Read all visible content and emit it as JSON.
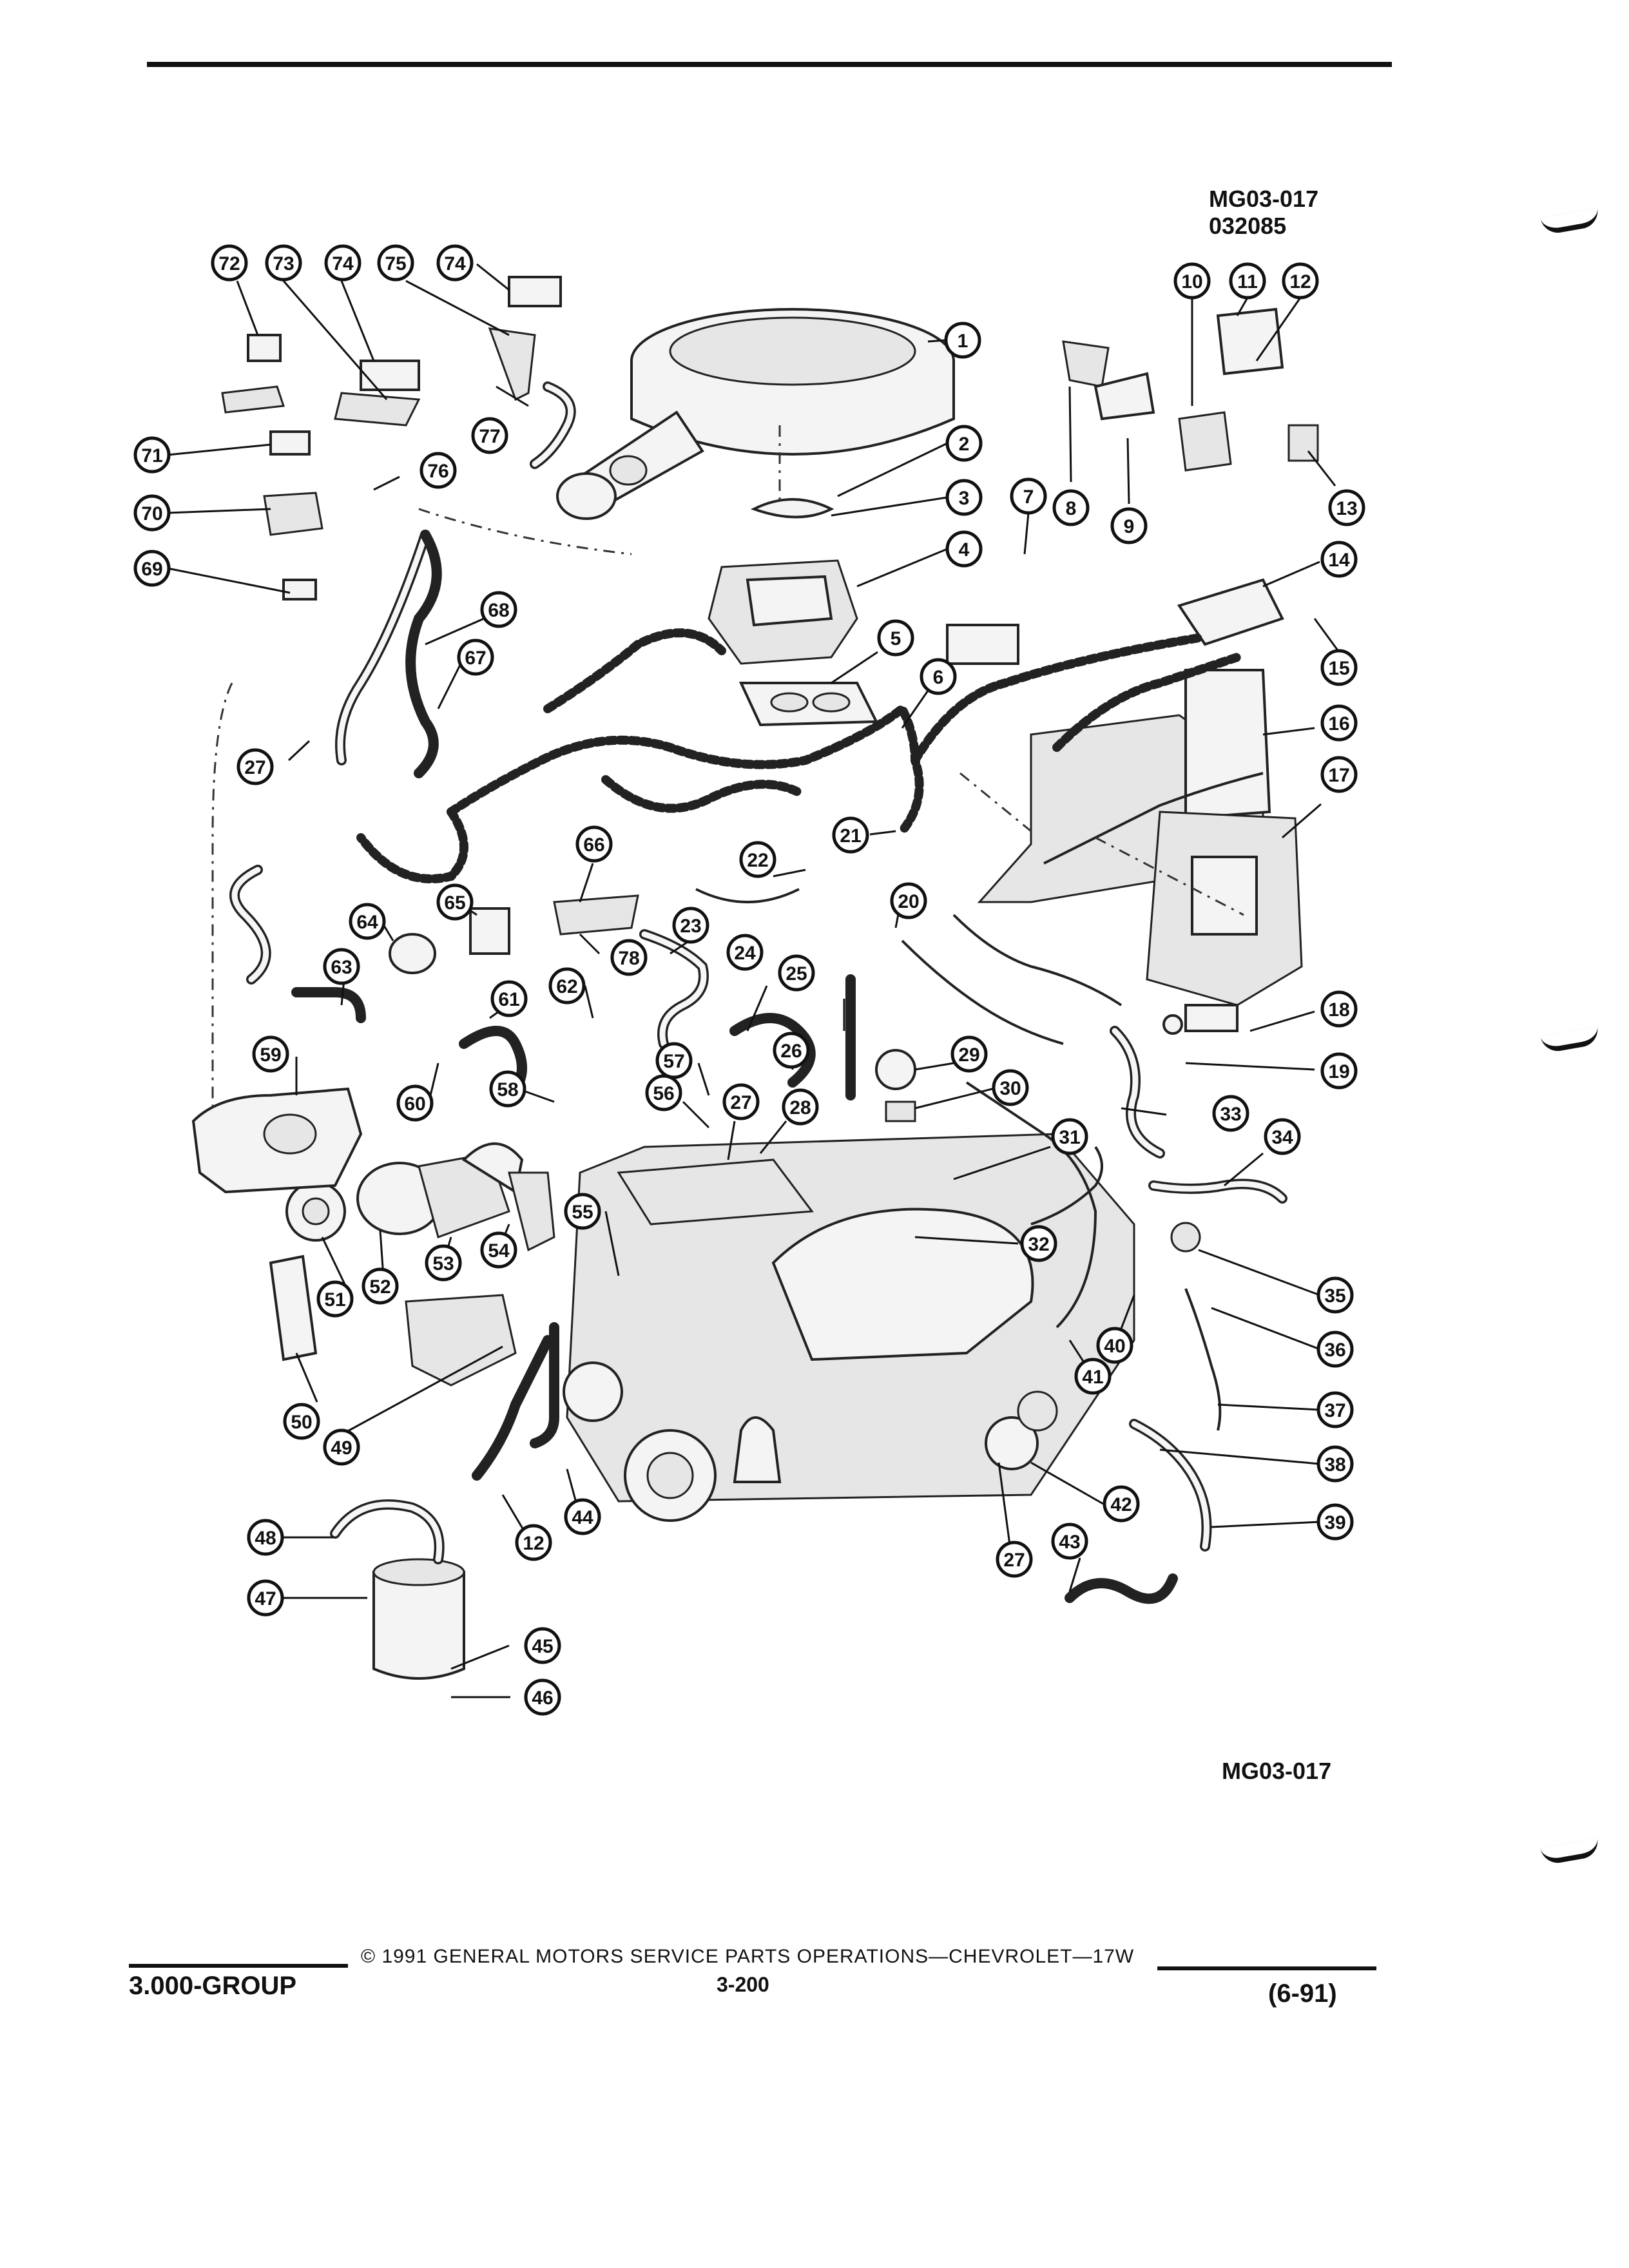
{
  "header": {
    "figure_ref": "MG03-017",
    "figure_date": "032085"
  },
  "diagram": {
    "callouts": [
      "1",
      "2",
      "3",
      "4",
      "5",
      "6",
      "7",
      "8",
      "9",
      "10",
      "11",
      "12",
      "13",
      "14",
      "15",
      "16",
      "17",
      "18",
      "19",
      "20",
      "21",
      "22",
      "23",
      "24",
      "25",
      "26",
      "27",
      "28",
      "29",
      "30",
      "31",
      "32",
      "33",
      "34",
      "35",
      "36",
      "37",
      "38",
      "39",
      "40",
      "41",
      "42",
      "43",
      "44",
      "45",
      "46",
      "47",
      "48",
      "49",
      "50",
      "51",
      "52",
      "53",
      "54",
      "55",
      "56",
      "57",
      "58",
      "59",
      "60",
      "61",
      "62",
      "63",
      "64",
      "65",
      "66",
      "67",
      "68",
      "69",
      "70",
      "71",
      "72",
      "73",
      "74",
      "75",
      "76",
      "77",
      "78"
    ],
    "figure_ref_bottom": "MG03-017"
  },
  "footer": {
    "group": "3.000-GROUP",
    "copyright": "© 1991 GENERAL MOTORS SERVICE PARTS OPERATIONS—CHEVROLET—17W",
    "page_number": "3-200",
    "revision": "(6-91)"
  }
}
